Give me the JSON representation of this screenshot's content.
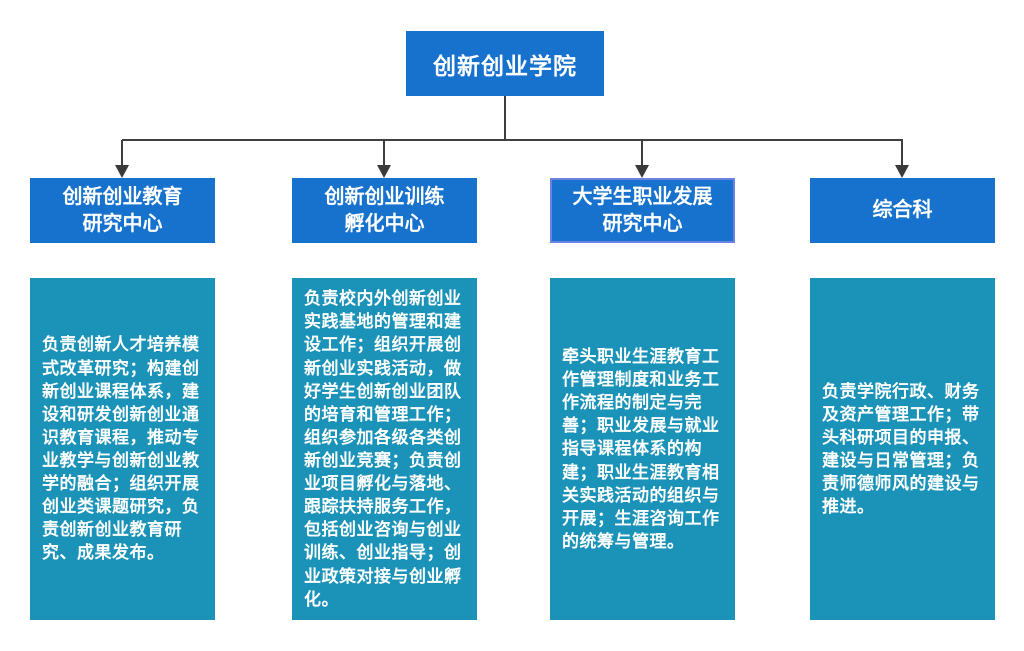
{
  "colors": {
    "node_fill": "#1772cd",
    "node_text": "#ffffff",
    "description_fill": "#1b93b8",
    "description_text": "#ffffff",
    "connector_line": "#3f3f3f",
    "selected_node_border": "#6d82e0",
    "background": "#ffffff"
  },
  "diagram": {
    "root": {
      "label": "创新创业学院"
    },
    "branches": [
      {
        "title": "创新创业教育\n研究中心",
        "selected": false,
        "description": "负责创新人才培养模式改革研究；构建创新创业课程体系，建设和研发创新创业通识教育课程，推动专业教学与创新创业教学的融合；组织开展创业类课题研究，负责创新创业教育研究、成果发布。"
      },
      {
        "title": "创新创业训练\n孵化中心",
        "selected": false,
        "description": "负责校内外创新创业实践基地的管理和建设工作；组织开展创新创业实践活动，做好学生创新创业团队的培育和管理工作；组织参加各级各类创新创业竞赛；负责创业项目孵化与落地、跟踪扶持服务工作，包括创业咨询与创业训练、创业指导；创业政策对接与创业孵化。"
      },
      {
        "title": "大学生职业发展\n研究中心",
        "selected": true,
        "description": "牵头职业生涯教育工作管理制度和业务工作流程的制定与完善；职业发展与就业指导课程体系的构建；职业生涯教育相关实践活动的组织与开展；生涯咨询工作的统筹与管理。"
      },
      {
        "title": "综合科",
        "selected": false,
        "description": "负责学院行政、财务及资产管理工作；带头科研项目的申报、建设与日常管理；负责师德师风的建设与推进。"
      }
    ]
  }
}
